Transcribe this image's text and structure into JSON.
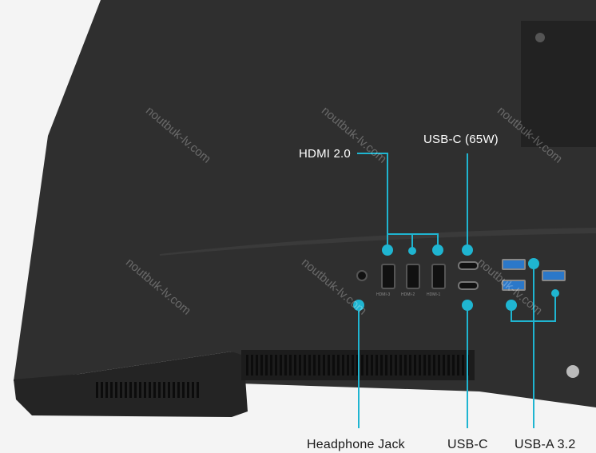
{
  "callouts": {
    "hdmi": "HDMI 2.0",
    "usbc_65w": "USB-C (65W)",
    "headphone": "Headphone Jack",
    "usbc": "USB-C",
    "usba": "USB-A 3.2"
  },
  "port_labels": [
    "HDMI-3",
    "HDMI-2",
    "HDMI-1"
  ],
  "watermark": "noutbuk-lv.com",
  "colors": {
    "accent": "#1fb5d1",
    "body": "#2e2e2e",
    "background": "#f4f4f4"
  }
}
